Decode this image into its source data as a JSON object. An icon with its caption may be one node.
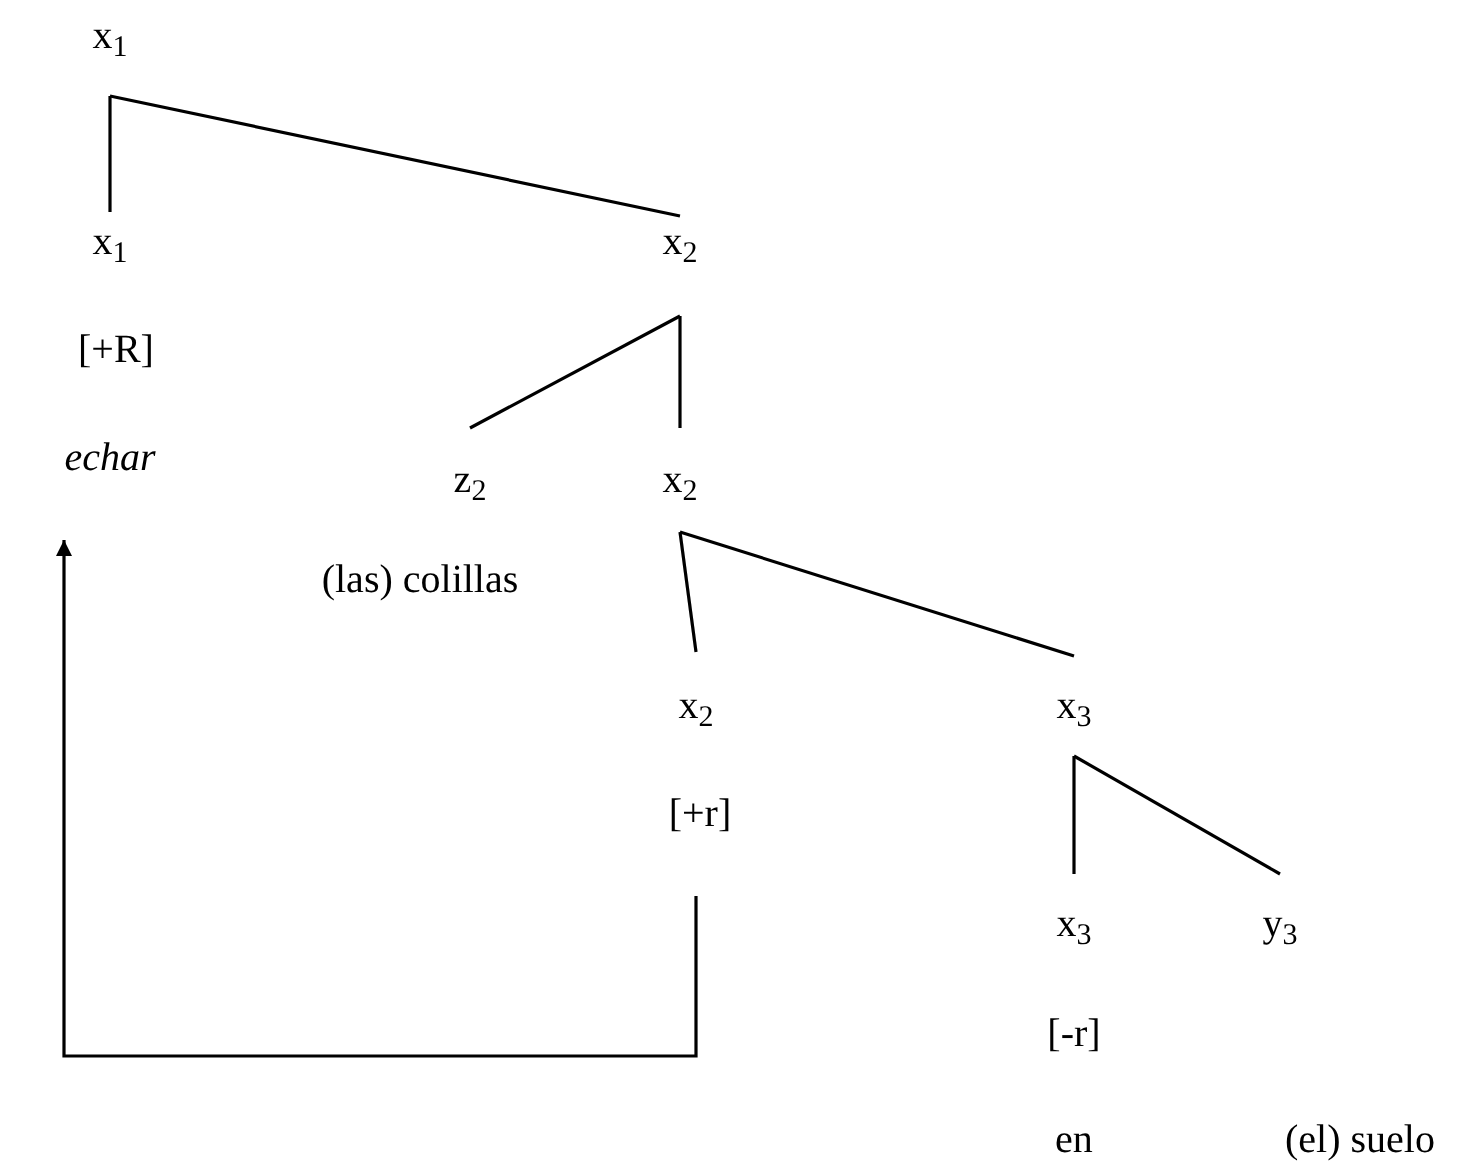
{
  "diagram": {
    "nodes": [
      {
        "text": [
          "x$_{1}$"
        ]
      },
      {
        "text": [
          "x$_{1}$",
          "[+R]",
          "*echar*"
        ]
      },
      {
        "text": [
          "x$_{2}$"
        ]
      },
      {
        "text": [
          "z$_{2}$"
        ],
        "beside": [
          "(las) colillas"
        ]
      },
      {
        "text": [
          "x$_{2}$"
        ]
      },
      {
        "text": [
          "x$_{2}$",
          "[+r]"
        ]
      },
      {
        "text": [
          "x$_{3}$"
        ]
      },
      {
        "text": [
          "x$_{3}$",
          "[-r]",
          "en"
        ]
      },
      {
        "text": [
          "y$_{3}$",
          "(el) suelo"
        ]
      }
    ],
    "edges": [
      {
        "from": 0,
        "to": 1,
        "arrow": "none"
      },
      {
        "from": 0,
        "to": 2,
        "arrow": "none"
      },
      {
        "from": 2,
        "to": 3,
        "arrow": "none"
      },
      {
        "from": 2,
        "to": 4,
        "arrow": "none"
      },
      {
        "from": 4,
        "to": 5,
        "arrow": "none"
      },
      {
        "from": 4,
        "to": 6,
        "arrow": "none"
      },
      {
        "from": 6,
        "to": 7,
        "arrow": "none"
      },
      {
        "from": 6,
        "to": 8,
        "arrow": "none"
      },
      {
        "from": 5,
        "to": 1,
        "arrow": "to"
      }
    ]
  }
}
